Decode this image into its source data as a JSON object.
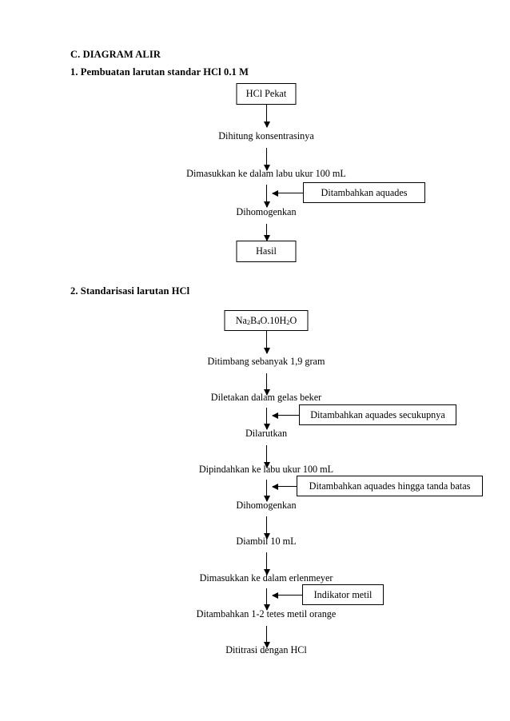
{
  "document": {
    "section_title": "C. DIAGRAM ALIR",
    "subsections": [
      {
        "title": "1. Pembuatan larutan standar HCl 0.1 M"
      },
      {
        "title": "2. Standarisasi larutan HCl"
      }
    ]
  },
  "flow1": {
    "start_box": "HCl Pekat",
    "steps": [
      "Dihitung konsentrasinya",
      "Dimasukkan ke dalam labu ukur 100 mL",
      "Dihomogenkan"
    ],
    "side_boxes": [
      "Ditambahkan aquades"
    ],
    "end_box": "Hasil"
  },
  "flow2": {
    "start_box_parts": {
      "p1": "Na",
      "s1": "2",
      "p2": "B",
      "s2": "4",
      "p3": "O.10H",
      "s3": "2",
      "p4": "O"
    },
    "start_box_text": "Na2B4O.10H2O",
    "steps": [
      "Ditimbang sebanyak 1,9 gram",
      "Diletakan dalam gelas beker",
      "Dilarutkan",
      "Dipindahkan ke labu ukur 100 mL",
      "Dihomogenkan",
      "Diambil 10 mL",
      "Dimasukkan ke dalam erlenmeyer",
      "Ditambahkan 1-2 tetes metil orange",
      "Dititrasi dengan HCl"
    ],
    "side_boxes": [
      "Ditambahkan aquades secukupnya",
      "Ditambahkan aquades hingga tanda batas",
      "Indikator metil"
    ]
  },
  "colors": {
    "ink": "#000000",
    "page": "#ffffff"
  }
}
